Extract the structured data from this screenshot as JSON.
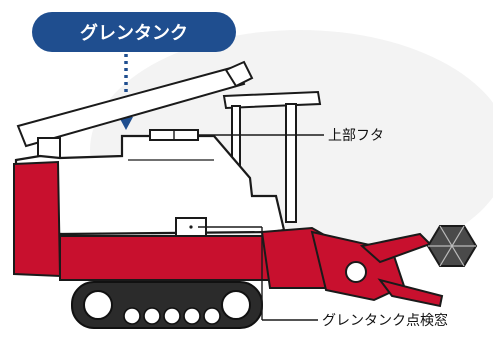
{
  "title_pill": {
    "text": "グレンタンク",
    "color": "#1f4e8f"
  },
  "callouts": {
    "top_cover": "上部フタ",
    "inspection_window": "グレンタンク点検窓"
  },
  "colors": {
    "body_red": "#c8102e",
    "outline": "#1a1a1a",
    "track": "#2b2b2b",
    "cutter_gray": "#4a4a4a",
    "arrow_blue": "#1f4e8f"
  }
}
